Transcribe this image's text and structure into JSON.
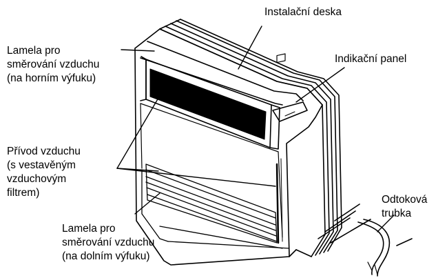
{
  "labels": {
    "mounting_plate": "Instalační deska",
    "indicator_panel": "Indikační panel",
    "upper_louver": [
      "Lamela pro",
      "směrování vzduchu",
      "(na horním výfuku)"
    ],
    "air_intake": [
      "Přívod vzduchu",
      "(s vestavěným",
      "vzduchovým",
      "filtrem)"
    ],
    "drain_pipe": [
      "Odtoková",
      "trubka"
    ],
    "lower_louver": [
      "Lamela pro",
      "směrování vzduchu",
      "(na dolním výfuku)"
    ]
  },
  "colors": {
    "line": "#000000",
    "background": "#ffffff"
  }
}
